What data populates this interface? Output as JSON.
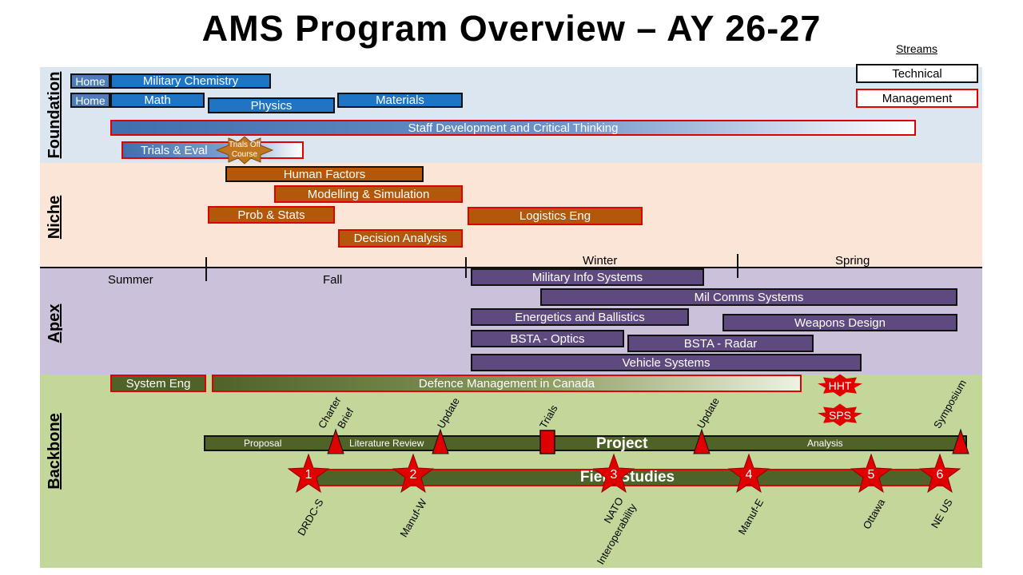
{
  "title": "AMS Program Overview – AY 26-27",
  "legend": {
    "heading": "Streams",
    "technical": "Technical",
    "management": "Management"
  },
  "sections": {
    "foundation": "Foundation",
    "niche": "Niche",
    "apex": "Apex",
    "backbone": "Backbone"
  },
  "seasons": {
    "summer": "Summer",
    "fall": "Fall",
    "winter": "Winter",
    "spring": "Spring"
  },
  "foundation": {
    "home1": "Home",
    "military_chemistry": "Military Chemistry",
    "home2": "Home",
    "math": "Math",
    "physics": "Physics",
    "materials": "Materials",
    "staff_dev": "Staff Development and Critical Thinking",
    "trials_eval": "Trials & Eval",
    "trials_off_course": "Trials Off Course"
  },
  "niche": {
    "human_factors": "Human Factors",
    "modelling": "Modelling & Simulation",
    "prob_stats": "Prob & Stats",
    "logistics": "Logistics Eng",
    "decision": "Decision Analysis"
  },
  "apex": {
    "mil_info": "Military Info Systems",
    "mil_comms": "Mil Comms Systems",
    "energetics": "Energetics and Ballistics",
    "weapons": "Weapons Design",
    "optics": "BSTA - Optics",
    "radar": "BSTA - Radar",
    "vehicle": "Vehicle Systems"
  },
  "backbone": {
    "system_eng": "System Eng",
    "defence_mgmt": "Defence Management in Canada",
    "hht": "HHT",
    "sps": "SPS",
    "proposal": "Proposal",
    "lit_review": "Literature Review",
    "project": "Project",
    "analysis": "Analysis",
    "field_studies": "Field Studies",
    "milestones": {
      "charter": "Charter",
      "brief": "Brief",
      "update1": "Update",
      "trials": "Trials",
      "update2": "Update",
      "symposium": "Symposium"
    },
    "stars": [
      "1",
      "2",
      "3",
      "4",
      "5",
      "6"
    ],
    "locations": [
      "DRDC-S",
      "Manuf-W",
      "NATO",
      "Interoperability",
      "Manuf-E",
      "Ottawa",
      "NE US"
    ]
  },
  "colors": {
    "technical": "#111111",
    "management": "#e00000",
    "star": "#e00000"
  }
}
